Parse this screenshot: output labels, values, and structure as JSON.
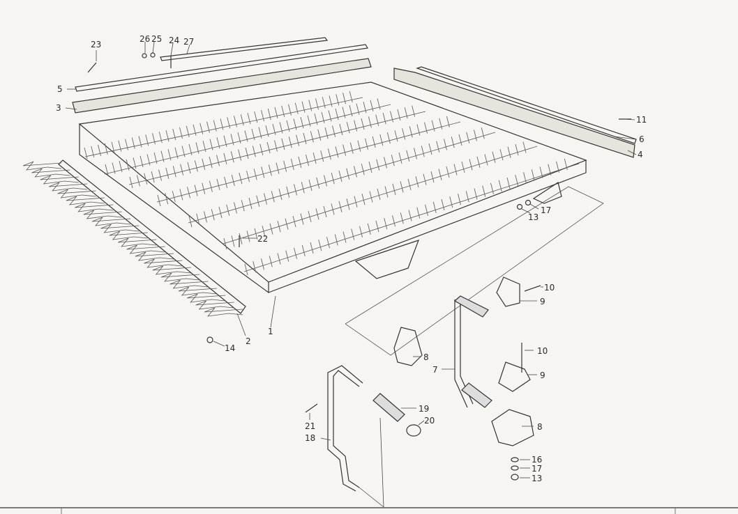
{
  "callouts": [
    {
      "id": "c1",
      "text": "1"
    },
    {
      "id": "c2",
      "text": "2"
    },
    {
      "id": "c3",
      "text": "3"
    },
    {
      "id": "c4",
      "text": "4"
    },
    {
      "id": "c5",
      "text": "5"
    },
    {
      "id": "c6",
      "text": "6"
    },
    {
      "id": "c7",
      "text": "7"
    },
    {
      "id": "c8a",
      "text": "8"
    },
    {
      "id": "c8b",
      "text": "8"
    },
    {
      "id": "c9a",
      "text": "9"
    },
    {
      "id": "c9b",
      "text": "9"
    },
    {
      "id": "c10a",
      "text": "10"
    },
    {
      "id": "c10b",
      "text": "10"
    },
    {
      "id": "c11",
      "text": "11"
    },
    {
      "id": "c13a",
      "text": "13"
    },
    {
      "id": "c13b",
      "text": "13"
    },
    {
      "id": "c14",
      "text": "14"
    },
    {
      "id": "c16",
      "text": "16"
    },
    {
      "id": "c17a",
      "text": "17"
    },
    {
      "id": "c17b",
      "text": "17"
    },
    {
      "id": "c18",
      "text": "18"
    },
    {
      "id": "c19",
      "text": "19"
    },
    {
      "id": "c20",
      "text": "20"
    },
    {
      "id": "c21",
      "text": "21"
    },
    {
      "id": "c22",
      "text": "22"
    },
    {
      "id": "c23",
      "text": "23"
    },
    {
      "id": "c24",
      "text": "24"
    },
    {
      "id": "c25",
      "text": "25"
    },
    {
      "id": "c26",
      "text": "26"
    },
    {
      "id": "c27",
      "text": "27"
    }
  ],
  "colors": {
    "paper": "#f6f5f1",
    "ink": "#333333"
  }
}
